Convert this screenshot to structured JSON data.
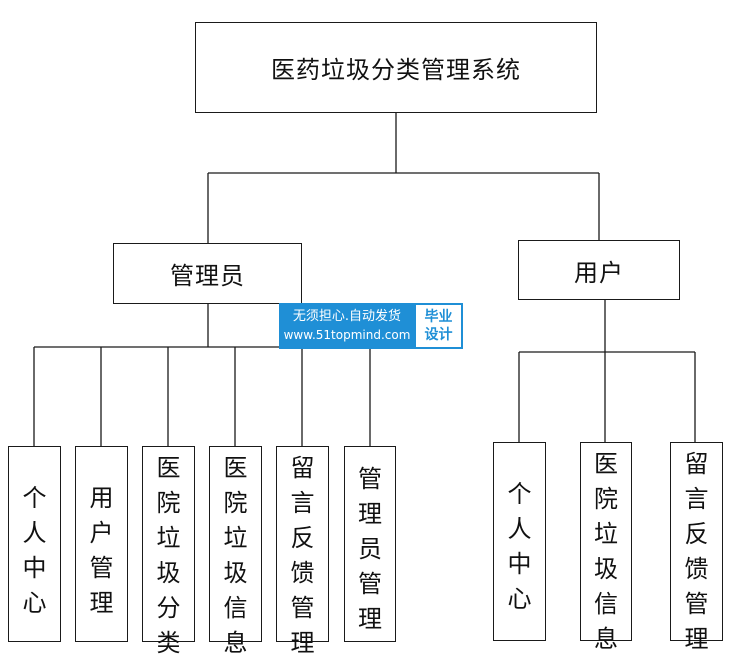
{
  "root": {
    "label": "医药垃圾分类管理系统"
  },
  "roles": [
    {
      "label": "管理员",
      "modules": [
        "个人中心",
        "用户管理",
        "医院垃圾分类",
        "医院垃圾信息",
        "留言反馈管理",
        "管理员管理"
      ]
    },
    {
      "label": "用户",
      "modules": [
        "个人中心",
        "医院垃圾信息",
        "留言反馈管理"
      ]
    }
  ],
  "watermark": {
    "line1": "无须担心.自动发货",
    "line2": "www.51topmind.com",
    "badge_line1": "毕业",
    "badge_line2": "设计"
  },
  "colors": {
    "line": "#1a1a1a",
    "watermark": "#1f8fd6"
  }
}
